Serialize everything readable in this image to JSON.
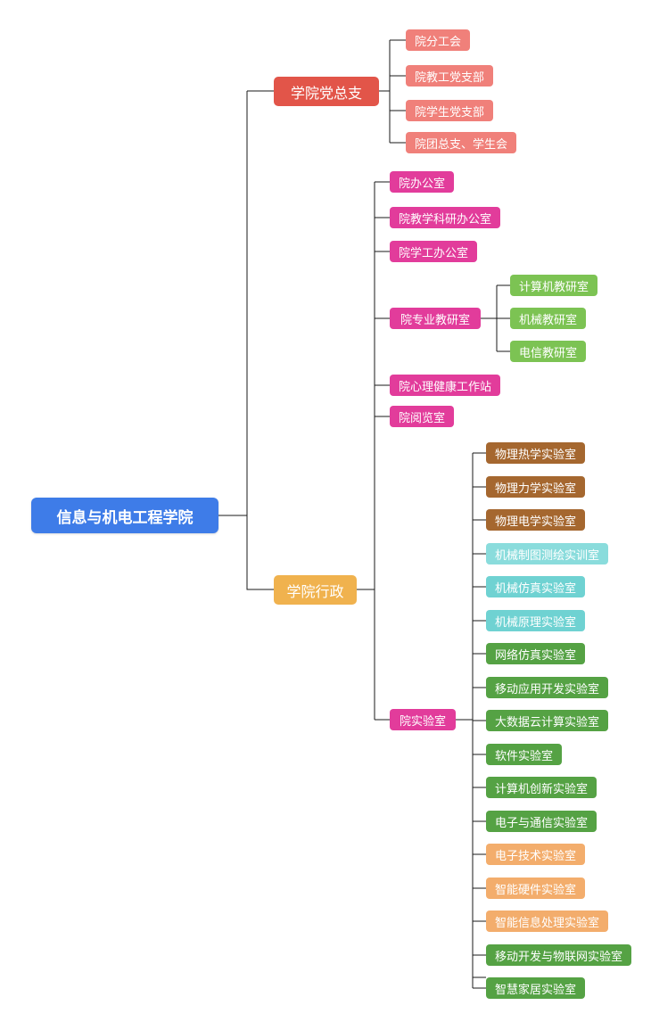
{
  "colors": {
    "blue": "#3E7CE8",
    "red": "#E25549",
    "salmon": "#F0807A",
    "amber": "#F0B24E",
    "magenta": "#E23C9B",
    "leaf_green": "#7CC353",
    "brown": "#A5672F",
    "pale_cyan": "#8ADCDC",
    "cyan": "#6FD2D2",
    "green": "#55A244",
    "light_orange": "#F3AD6C"
  },
  "root": {
    "label": "信息与机电工程学院"
  },
  "party": {
    "label": "学院党总支",
    "items": [
      {
        "label": "院分工会"
      },
      {
        "label": "院教工党支部"
      },
      {
        "label": "院学生党支部"
      },
      {
        "label": "院团总支、学生会"
      }
    ]
  },
  "admin": {
    "label": "学院行政",
    "items": [
      {
        "label": "院办公室"
      },
      {
        "label": "院教学科研办公室"
      },
      {
        "label": "院学工办公室"
      },
      {
        "label": "院专业教研室"
      },
      {
        "label": "院心理健康工作站"
      },
      {
        "label": "院阅览室"
      },
      {
        "label": "院实验室"
      }
    ]
  },
  "teaching_offices": {
    "items": [
      {
        "label": "计算机教研室"
      },
      {
        "label": "机械教研室"
      },
      {
        "label": "电信教研室"
      }
    ]
  },
  "labs": {
    "items": [
      {
        "label": "物理热学实验室"
      },
      {
        "label": "物理力学实验室"
      },
      {
        "label": "物理电学实验室"
      },
      {
        "label": "机械制图测绘实训室"
      },
      {
        "label": "机械仿真实验室"
      },
      {
        "label": "机械原理实验室"
      },
      {
        "label": "网络仿真实验室"
      },
      {
        "label": "移动应用开发实验室"
      },
      {
        "label": "大数据云计算实验室"
      },
      {
        "label": "软件实验室"
      },
      {
        "label": "计算机创新实验室"
      },
      {
        "label": "电子与通信实验室"
      },
      {
        "label": "电子技术实验室"
      },
      {
        "label": "智能硬件实验室"
      },
      {
        "label": "智能信息处理实验室"
      },
      {
        "label": "移动开发与物联网实验室"
      },
      {
        "label": "智慧家居实验室"
      }
    ]
  }
}
